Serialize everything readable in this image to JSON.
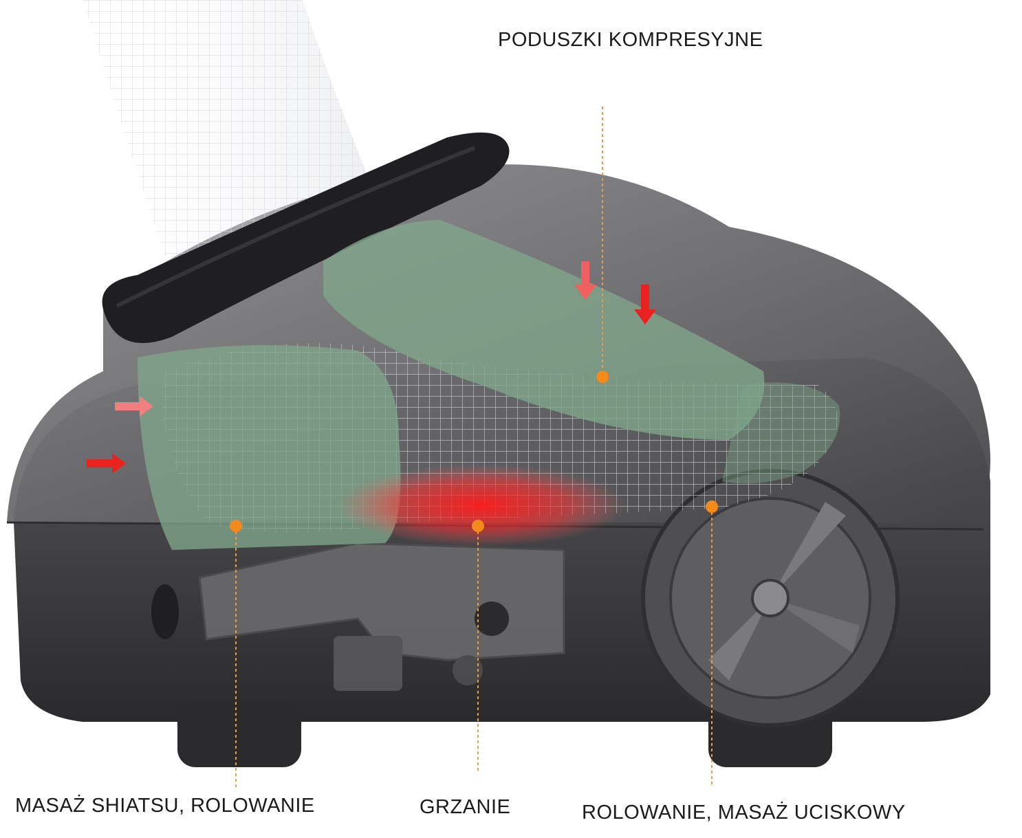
{
  "labels": {
    "compression_pads": "PODUSZKI KOMPRESYJNE",
    "shiatsu_rolling": "MASAŻ SHIATSU, ROLOWANIE",
    "heating": "GRZANIE",
    "rolling_pressure": "ROLOWANIE, MASAŻ UCISKOWY"
  },
  "colors": {
    "body": "#3b3b3d",
    "body_light": "#6f6f72",
    "cuff": "#1c1c1e",
    "pad_green": "#7fa58a",
    "marker": "#f28a1e",
    "leader_line": "#f29a3e",
    "arrow_red": "#e8231f",
    "heat_red": "#ff1a1a"
  }
}
